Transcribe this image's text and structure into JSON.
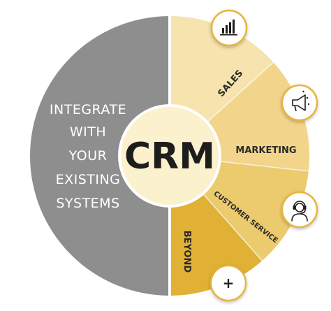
{
  "left_panel": {
    "lines": [
      "INTEGRATE",
      "WITH",
      "YOUR",
      "EXISTING",
      "SYSTEMS"
    ]
  },
  "center": {
    "label": "CRM"
  },
  "segments": [
    {
      "label": "SALES",
      "icon": "bar-chart-icon"
    },
    {
      "label": "MARKETING",
      "icon": "megaphone-icon"
    },
    {
      "label": "CUSTOMER SERVICE",
      "icon": "headset-agent-icon"
    },
    {
      "label": "BEYOND",
      "icon": "plus-icon"
    }
  ],
  "plus_symbol": "+",
  "colors": {
    "left_half": "#8e8e8e",
    "center_circle": "#fbf1cd",
    "sales": "#f6e3ad",
    "marketing": "#f2d58a",
    "customer_service": "#eccb6e",
    "beyond": "#e0b134",
    "icon_circle_border": "#e6b53a"
  }
}
